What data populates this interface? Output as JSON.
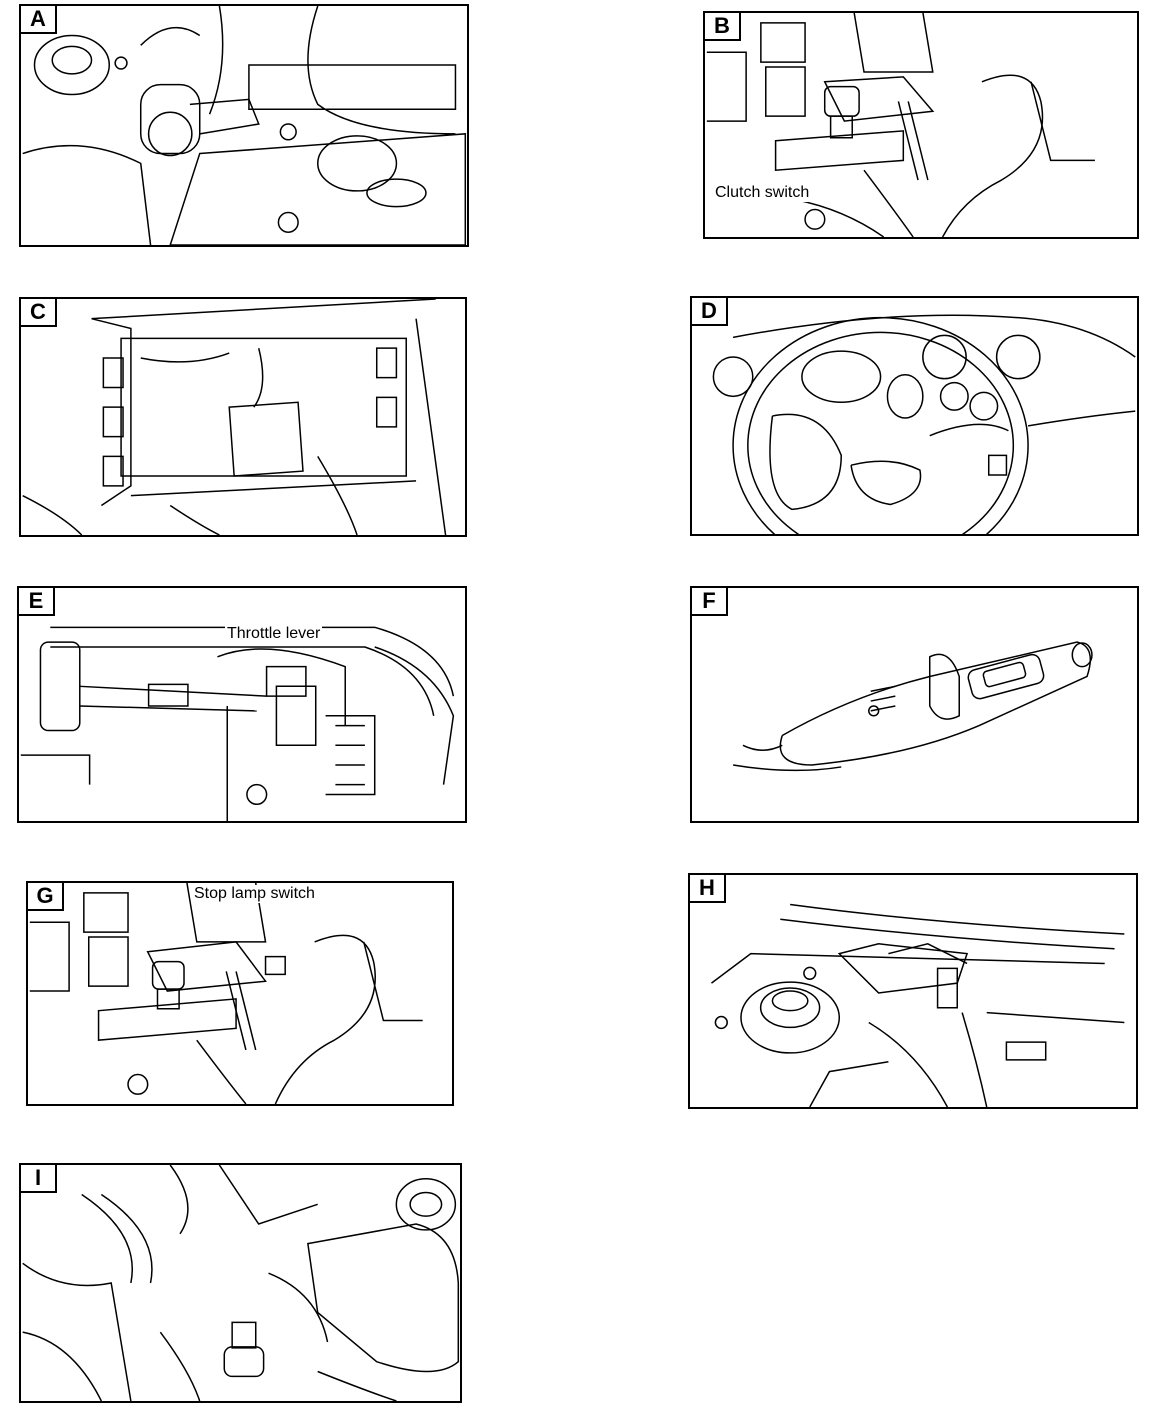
{
  "panels": [
    {
      "letter": "A"
    },
    {
      "letter": "B",
      "callout": "Clutch switch"
    },
    {
      "letter": "C"
    },
    {
      "letter": "D"
    },
    {
      "letter": "E",
      "callout": "Throttle lever"
    },
    {
      "letter": "F"
    },
    {
      "letter": "G",
      "callout": "Stop lamp switch"
    },
    {
      "letter": "H"
    },
    {
      "letter": "I"
    }
  ],
  "colors": {
    "line": "#000000",
    "background": "#ffffff"
  }
}
